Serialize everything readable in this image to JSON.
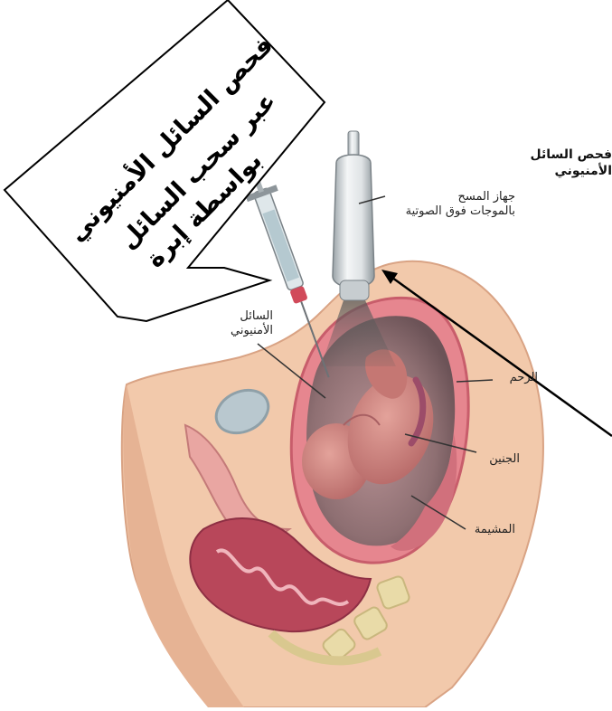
{
  "title": {
    "line1": "فحص السائل",
    "line2": "الأمنيوني"
  },
  "callout": {
    "line1": "فحص السائل الأمنيوني",
    "line2": "عبر سحب السائل",
    "line3": "بواسطة إبرة"
  },
  "labels": {
    "probe_line1": "جهاز المسح",
    "probe_line2": "بالموجات فوق الصوتية",
    "amniotic_line1": "السائل",
    "amniotic_line2": "الأمنيوني",
    "uterus": "الرحم",
    "fetus": "الجنين",
    "placenta": "المشيمة"
  },
  "colors": {
    "skin": "#f2c9ab",
    "skin_dark": "#e0a988",
    "uterus_wall": "#e6868f",
    "amniotic": "#8e6f72",
    "fetus": "#c77a78",
    "bladder": "#b9c8cf",
    "intestine": "#b8475a",
    "bone": "#e9dba8",
    "probe": "#e4e8ea"
  }
}
